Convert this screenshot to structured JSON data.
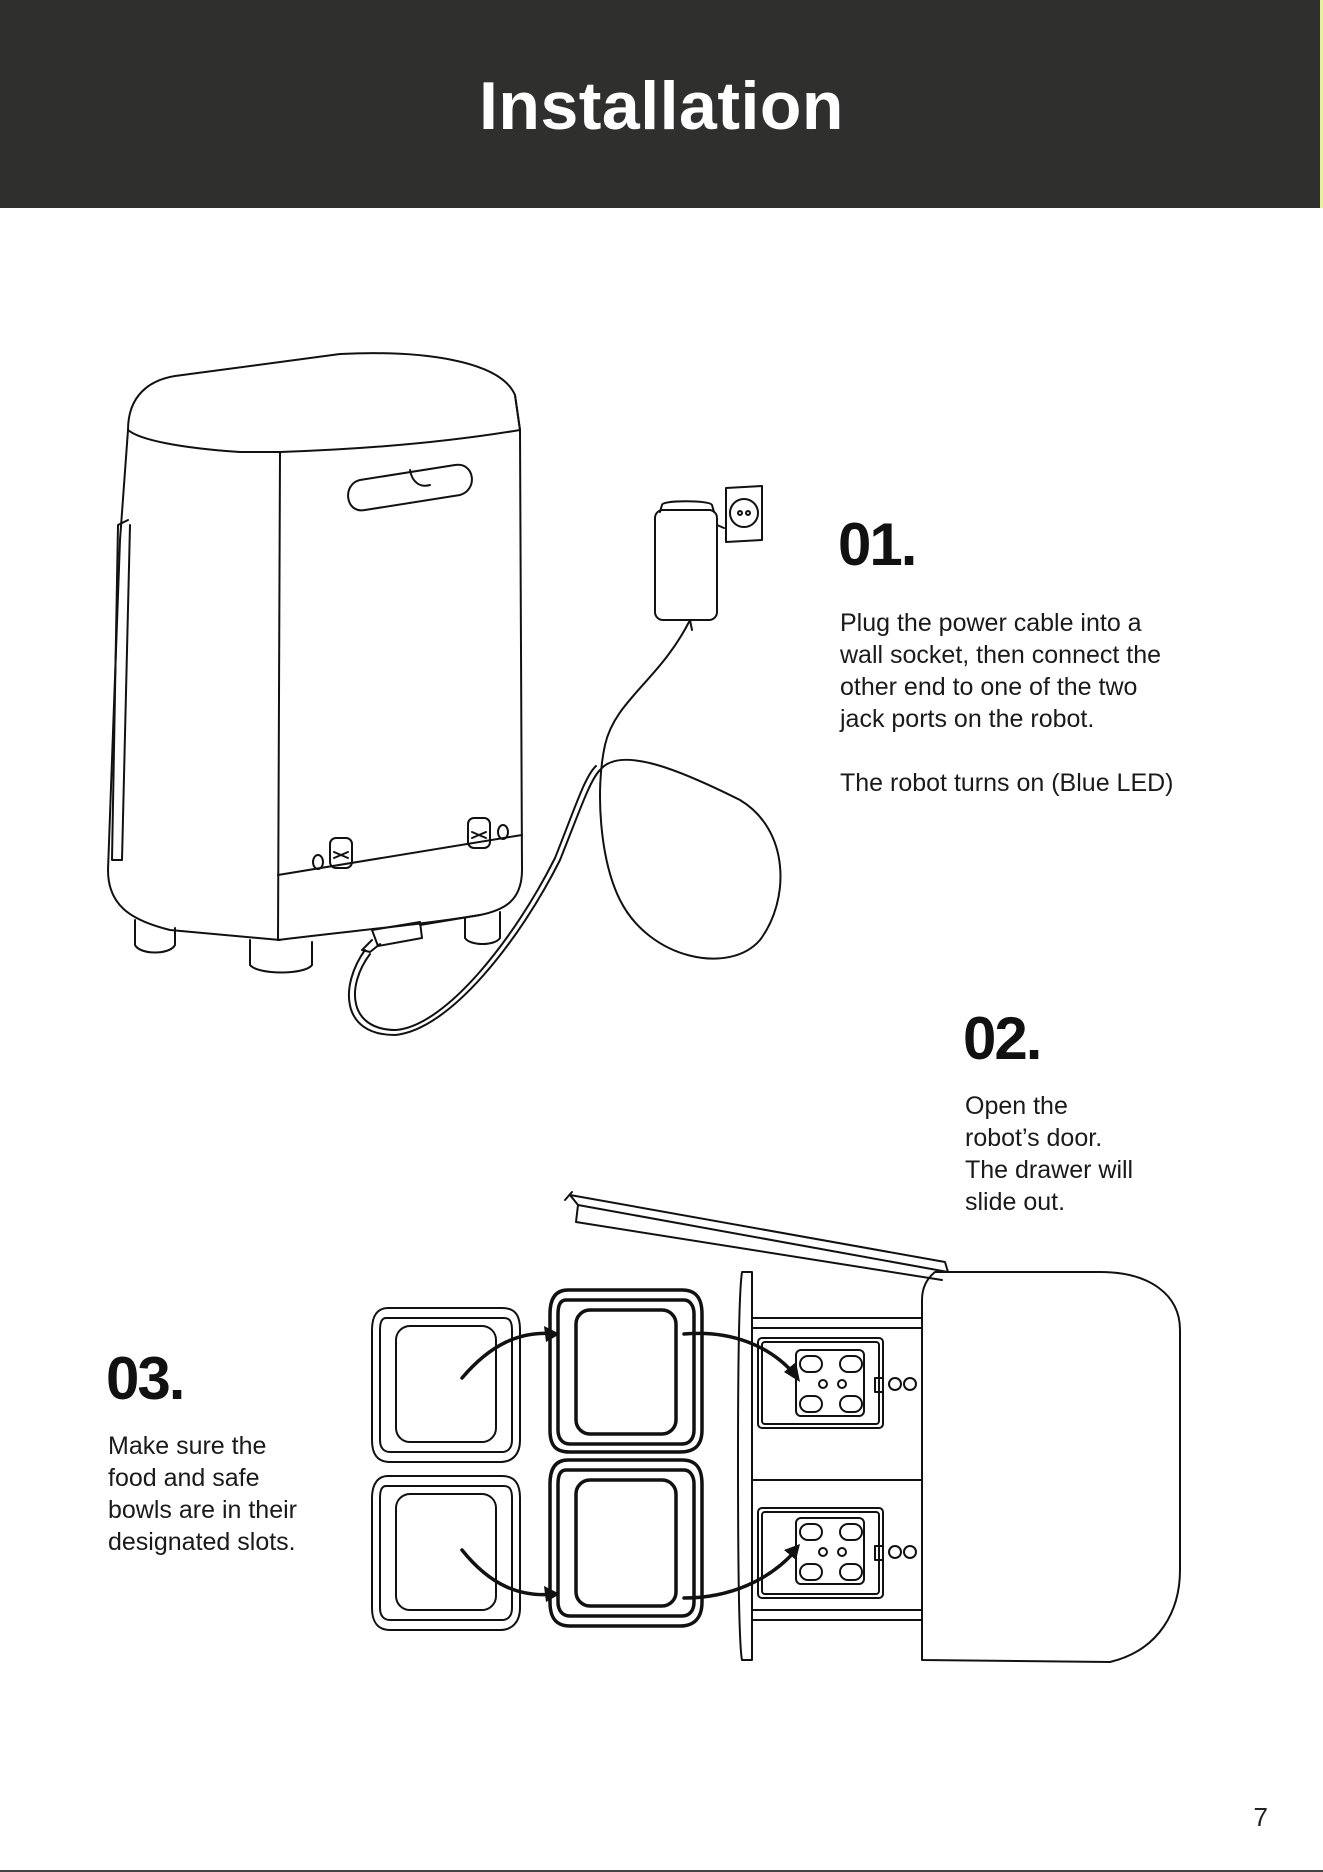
{
  "header": {
    "title": "Installation"
  },
  "steps": [
    {
      "number": "01.",
      "text": "Plug the power cable into a\nwall socket, then connect the\nother end to one of the two\njack ports on the robot.\n\nThe robot turns on (Blue LED)"
    },
    {
      "number": "02.",
      "text": "Open the\nrobot’s door.\nThe drawer will\nslide out."
    },
    {
      "number": "03.",
      "text": "Make sure the\nfood and safe\nbowls are in their\ndesignated slots."
    }
  ],
  "footer": {
    "page_number": "7"
  }
}
